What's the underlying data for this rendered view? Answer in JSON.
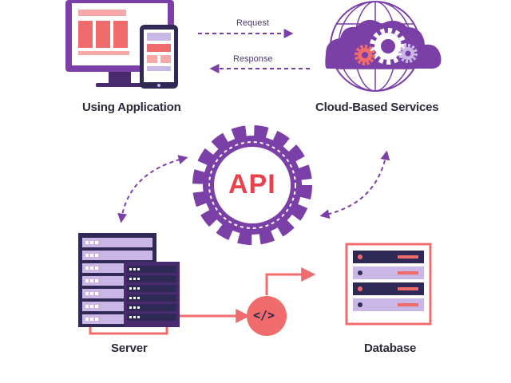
{
  "nodes": {
    "application": "Using Application",
    "cloud": "Cloud-Based Services",
    "server": "Server",
    "database": "Database",
    "api": "API",
    "code": "</>"
  },
  "edges": {
    "request": "Request",
    "response": "Response"
  },
  "colors": {
    "purple": "#7b3fa8",
    "dark_purple": "#4a2a6e",
    "navy": "#2e2a55",
    "coral": "#f06b6b",
    "pink": "#f8a7a7",
    "lavender": "#c9b7e6"
  }
}
